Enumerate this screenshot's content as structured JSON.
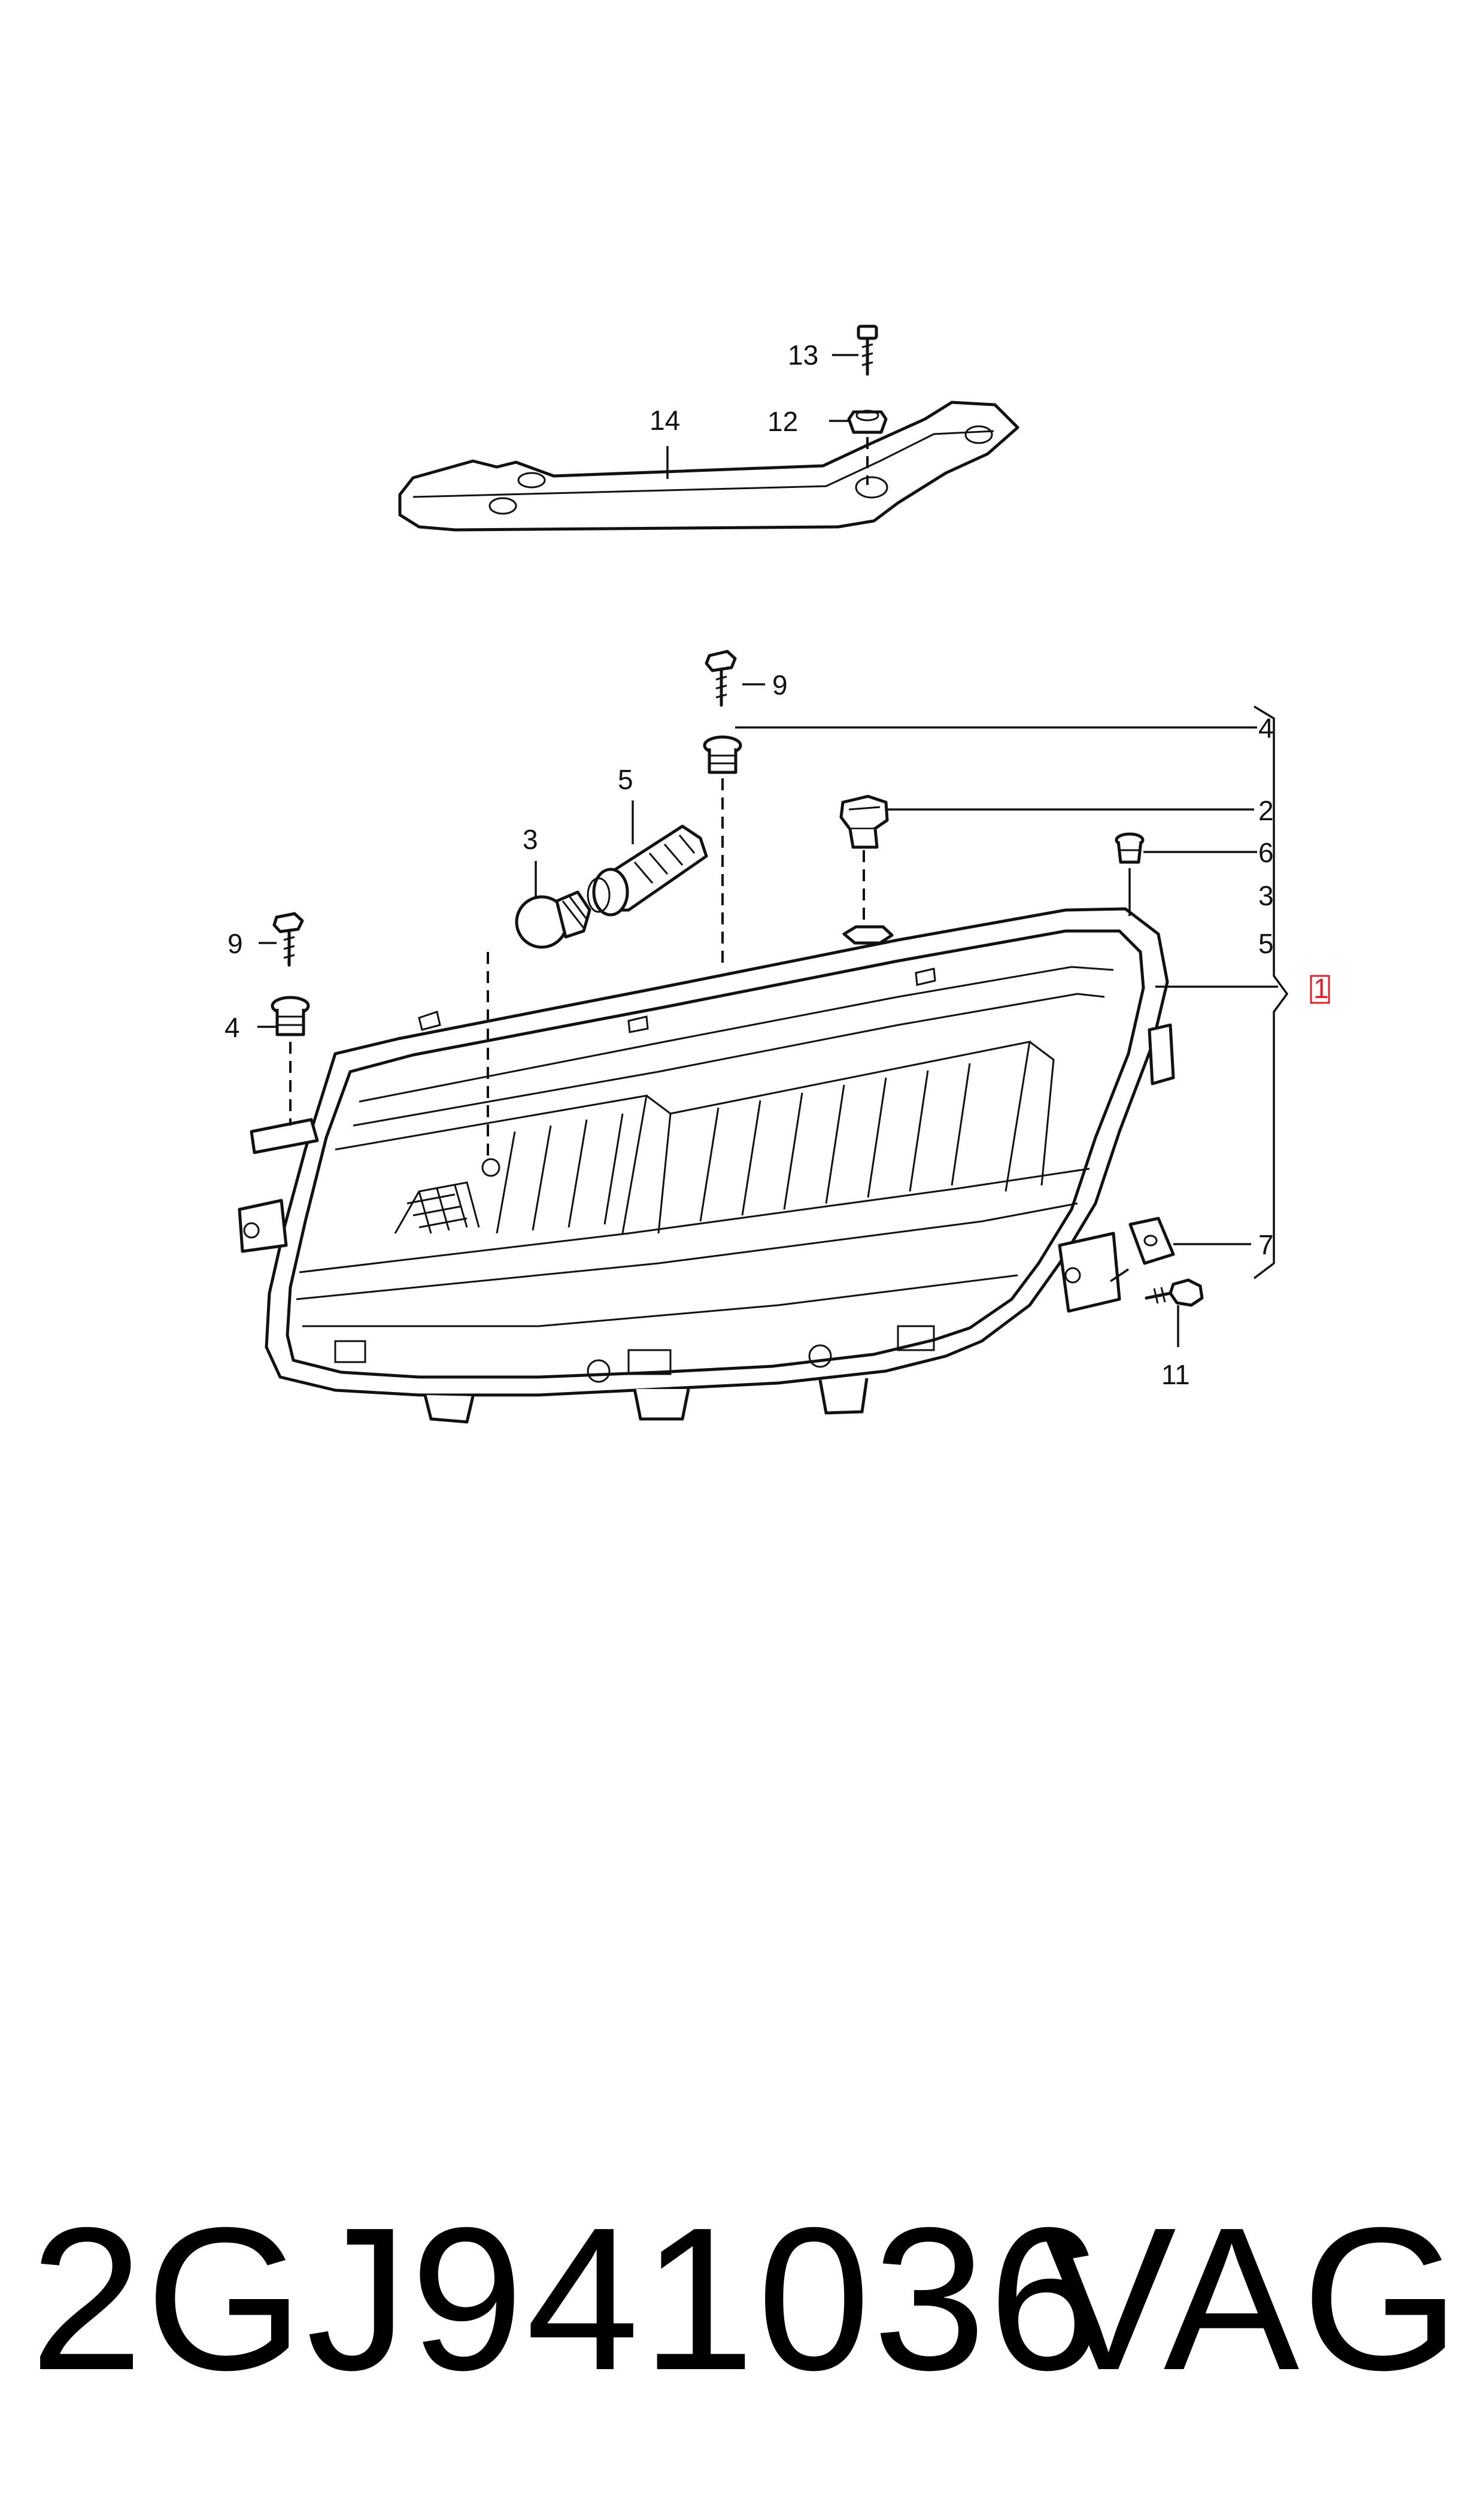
{
  "diagram": {
    "callouts": {
      "c13": "13",
      "c12": "12",
      "c14": "14",
      "c9a": "9",
      "c4a": "4",
      "c5a": "5",
      "c3a": "3",
      "c2": "2",
      "c6": "6",
      "c3b": "3",
      "c5b": "5",
      "c9b": "9",
      "c4b": "4",
      "c1": "1",
      "c7": "7",
      "c11": "11"
    }
  },
  "footer": {
    "part_number": "2GJ941036",
    "brand": "VAG"
  },
  "colors": {
    "line": "#111111",
    "highlight": "#e0202a",
    "background": "#ffffff"
  }
}
